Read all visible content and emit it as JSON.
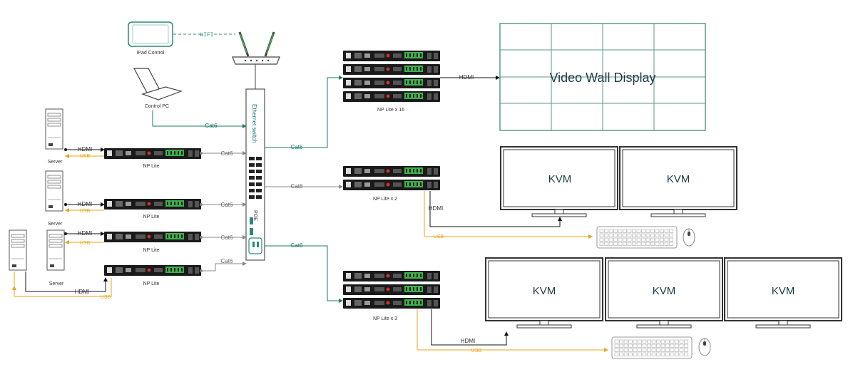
{
  "labels": {
    "ipad": "iPad Control",
    "wifi": "WIFI",
    "control_pc": "Control PC",
    "ethernet_switch": "Ethernet switch",
    "poe": "POE",
    "server": "Server",
    "np_lite": "NP Lite",
    "np_lite_16": "NP Lite x 16",
    "np_lite_2": "NP Lite x 2",
    "np_lite_3": "NP Lite x 3",
    "video_wall": "Video Wall Display",
    "kvm": "KVM",
    "hdmi": "HDMI",
    "usb": "USB",
    "cat6": "Cat6"
  },
  "colors": {
    "teal": "#1b7a6a",
    "usb": "#e8a51a",
    "gray": "#888888",
    "device": "#1a1a1a",
    "port_green": "#3bb24a"
  }
}
